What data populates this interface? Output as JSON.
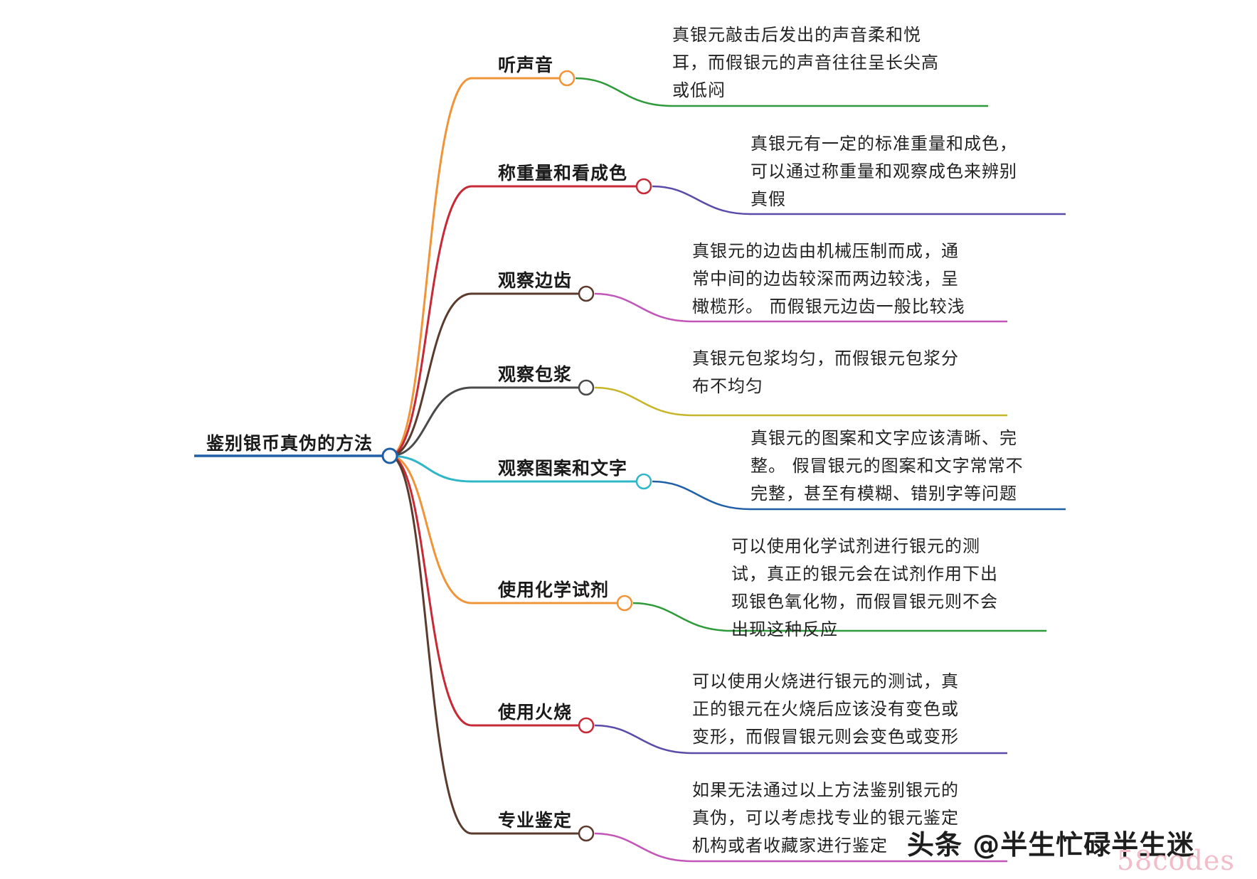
{
  "root": {
    "label": "鉴别银币真伪的方法",
    "color": "#1f5fa8"
  },
  "branches": [
    {
      "label": "听声音",
      "color": "#f0943a",
      "leaf_color": "#2e9a3a",
      "lines": [
        "真银元敲击后发出的声音柔和悦",
        "耳，而假银元的声音往往呈长尖高",
        "或低闷"
      ]
    },
    {
      "label": "称重量和看成色",
      "color": "#c72a36",
      "leaf_color": "#5b4aa8",
      "lines": [
        "真银元有一定的标准重量和成色，",
        "可以通过称重量和观察成色来辨别",
        "真假"
      ]
    },
    {
      "label": "观察边齿",
      "color": "#5a3b2e",
      "leaf_color": "#c255b8",
      "lines": [
        "真银元的边齿由机械压制而成，通",
        "常中间的边齿较深而两边较浅，呈",
        "橄榄形。 而假银元边齿一般比较浅"
      ]
    },
    {
      "label": "观察包浆",
      "color": "#4a4a4a",
      "leaf_color": "#c7b62a",
      "lines": [
        "真银元包浆均匀，而假银元包浆分",
        "布不均匀"
      ]
    },
    {
      "label": "观察图案和文字",
      "color": "#2fb7c7",
      "leaf_color": "#1f5fa8",
      "lines": [
        "真银元的图案和文字应该清晰、完",
        "整。 假冒银元的图案和文字常常不",
        "完整，甚至有模糊、错别字等问题"
      ]
    },
    {
      "label": "使用化学试剂",
      "color": "#f0943a",
      "leaf_color": "#2e9a3a",
      "lines": [
        "可以使用化学试剂进行银元的测",
        "试，真正的银元会在试剂作用下出",
        "现银色氧化物，而假冒银元则不会",
        "出现这种反应"
      ]
    },
    {
      "label": "使用火烧",
      "color": "#c72a36",
      "leaf_color": "#5b4aa8",
      "lines": [
        "可以使用火烧进行银元的测试，真",
        "正的银元在火烧后应该没有变色或",
        "变形，而假冒银元则会变色或变形"
      ]
    },
    {
      "label": "专业鉴定",
      "color": "#5a3b2e",
      "leaf_color": "#c255b8",
      "lines": [
        "如果无法通过以上方法鉴别银元的",
        "真伪，可以考虑找专业的银元鉴定",
        "机构或者收藏家进行鉴定"
      ]
    }
  ],
  "watermark": {
    "main": "头条 @半生忙碌半生迷",
    "sub": "58codes"
  }
}
